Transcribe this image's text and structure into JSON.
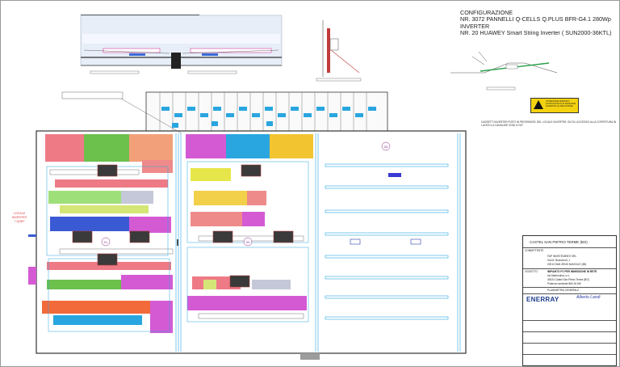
{
  "config": {
    "line1": "CONFIGURAZIONE",
    "line2": "NR. 3072 PANNELLI Q-CELLS Q.PLUS BFR-G4.1 280Wp",
    "line3": "INVERTER",
    "line4": "NR. 20 HUAWEY Smart String Inverter  ( SUN2000-36KTL)"
  },
  "notes": {
    "inverter_box": "CASSETTI INVERTER POSTI IN PROSSIMITA' DEL LOCALE INVERTER, DICOLI ACCESSO ALLA COPERTURA IN LUOGO LA CANALINE OGNI 10 MT",
    "warning": "ATTENZIONE IMPIANTO FOTOVOLTAICO IN TENSIONE DURANTE LE ORE DIURNE",
    "left_label_1": "LOCALE",
    "left_label_2": "INVERTER",
    "left_label_3": "+ QGBT"
  },
  "zones": {
    "z1": "01",
    "z2": "02",
    "z3": "03"
  },
  "title_block": {
    "location": "CASTEL SAN PIETRO TERME  (BO)",
    "client_label": "COMMITTENTE",
    "client_name": "FAP INVESTIMENTI SRL",
    "client_addr1": "Via M. Buonarroti, 1",
    "client_addr2": "20013 SAN ZENO NAVIGLIO (MI)",
    "object_label": "OGGETTO",
    "object": "IMPIANTO FV PER IMMISSIONE IN RETE",
    "object_addr1": "via Madonnina, s.n.",
    "object_addr2": "40024 Castel San Pietro Terme (BO)",
    "object_power": "Potenza nominale 860,16 kW",
    "table_title": "PLANIMETRIA GENERALE",
    "company": "ENERRAY",
    "signer": "Alberto Landi"
  }
}
